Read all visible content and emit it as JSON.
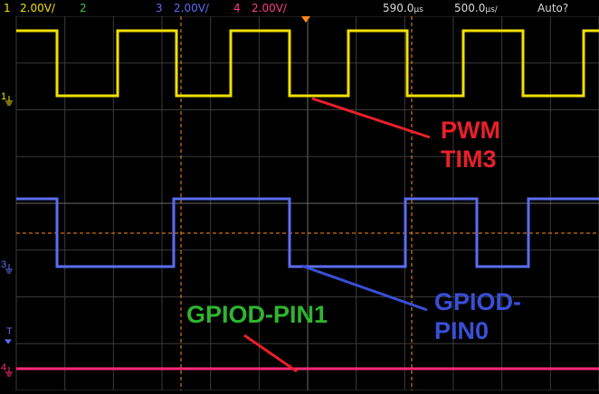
{
  "status": {
    "ch1_num": "1",
    "ch1_scale": "2.00V/",
    "ch2_num": "2",
    "ch3_num": "3",
    "ch3_scale": "2.00V/",
    "ch4_num": "4",
    "ch4_scale": "2.00V/",
    "time_offset": "590.0",
    "time_offset_unit": "µs",
    "time_base": "500.0",
    "time_base_unit": "µs/",
    "trigger_mode": "Auto?"
  },
  "markers": {
    "ch1": "1",
    "ch3": "3",
    "trigger": "T",
    "ch4": "4"
  },
  "annotations": {
    "pwm_line1": "PWM",
    "pwm_line2": "TIM3",
    "gpiod_pin0_line1": "GPIOD-",
    "gpiod_pin0_line2": "PIN0",
    "gpiod_pin1": "GPIOD-PIN1"
  },
  "colors": {
    "ch1": "#f0e000",
    "ch2": "#3ec43e",
    "ch3": "#5b6df0",
    "ch4": "#ff2a7a",
    "cursor": "#ff8c1a",
    "annotation_red": "#e8202a",
    "annotation_blue": "#3a4fd8",
    "annotation_green": "#2fb52f"
  }
}
